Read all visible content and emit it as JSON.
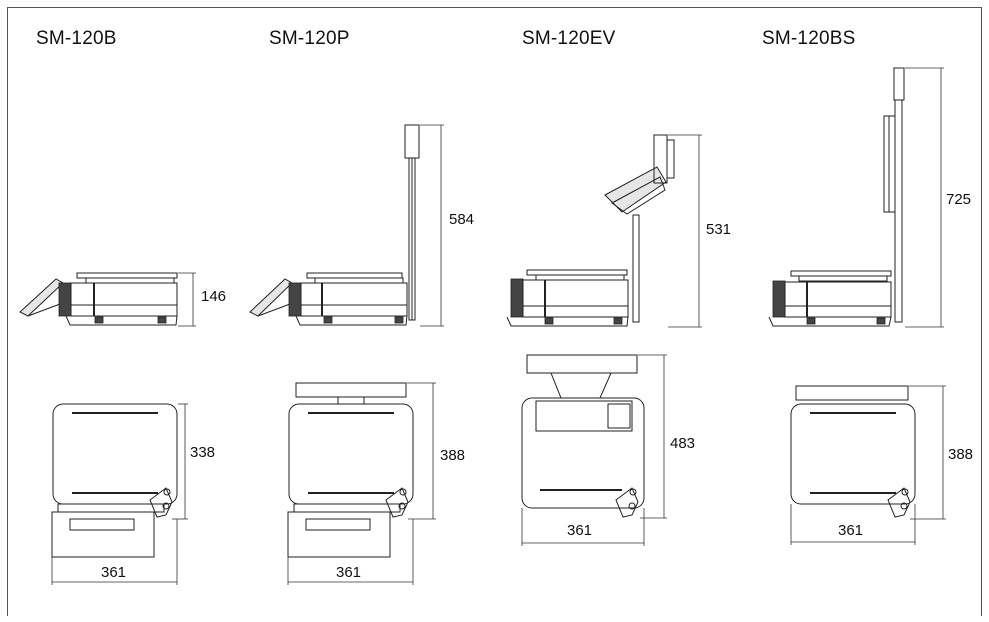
{
  "models": [
    {
      "name": "SM-120B",
      "side_height": "146",
      "top_depth": "338",
      "top_width": "361"
    },
    {
      "name": "SM-120P",
      "side_height": "584",
      "top_depth": "388",
      "top_width": "361"
    },
    {
      "name": "SM-120EV",
      "side_height": "531",
      "top_depth": "483",
      "top_width": "361"
    },
    {
      "name": "SM-120BS",
      "side_height": "725",
      "top_depth": "388",
      "top_width": "361"
    }
  ],
  "colors": {
    "line": "#222222",
    "background": "#ffffff"
  }
}
